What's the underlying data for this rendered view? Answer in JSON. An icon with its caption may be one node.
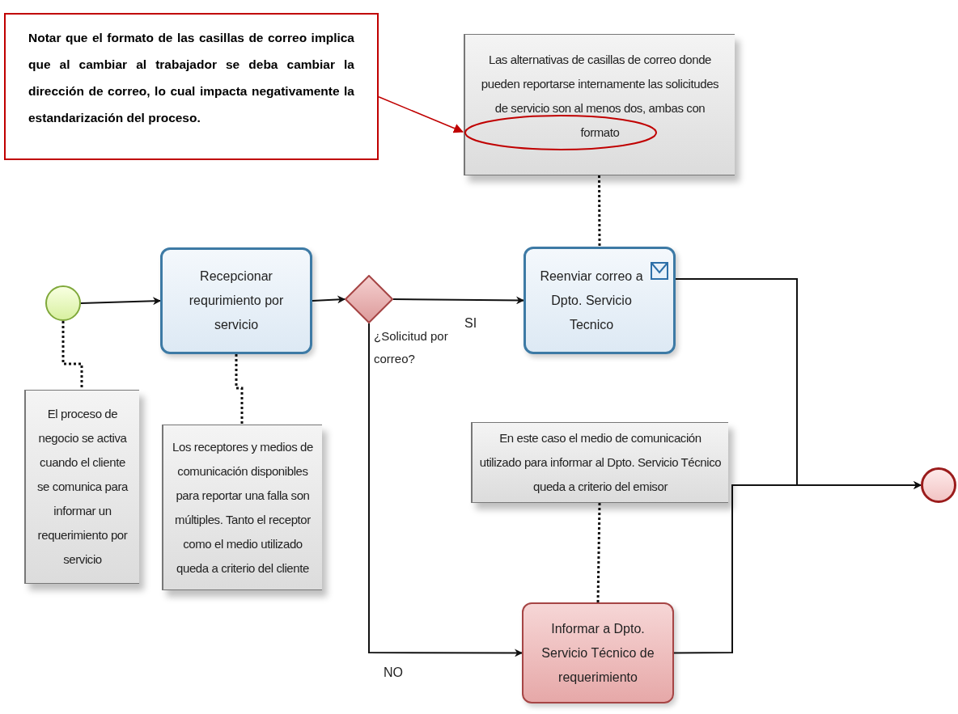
{
  "diagram": {
    "nodes": [
      {
        "text": [
          "Notar que el formato de las casillas de correo implica que al cambiar al trabajador se deba cambiar la dirección de correo, lo cual impacta negativamente la estandarización del proceso."
        ]
      },
      {
        "text": [
          "Las alternativas de casillas de correo donde pueden reportarse internamente las solicitudes de servicio son al menos dos, ambas con formato"
        ]
      },
      {
        "text": [],
        "shape": "ellipse",
        "in": 1
      },
      {
        "text": [],
        "shape": "circle"
      },
      {
        "text": [
          "Recepcionar requrimiento por servicio"
        ]
      },
      {
        "text": [
          "¿Solicitud por correo?"
        ]
      },
      {
        "text": [
          "Reenviar correo a Dpto. Servicio Tecnico"
        ]
      },
      {
        "text": [
          "El proceso de negocio se activa cuando el cliente se comunica para informar un requerimiento por servicio"
        ]
      },
      {
        "text": [
          "Los receptores y medios de comunicación disponibles para reportar una falla son múltiples. Tanto el receptor como el medio utilizado queda a criterio del cliente"
        ]
      },
      {
        "text": [
          "En este caso el medio de comunicación utilizado para informar al Dpto. Servicio Técnico queda a criterio del emisor"
        ]
      },
      {
        "text": [
          "Informar a Dpto. Servicio Técnico de requerimiento"
        ]
      },
      {
        "text": [],
        "shape": "circle"
      }
    ],
    "edges": [
      {
        "from": 3,
        "to": 4,
        "arrow": "to"
      },
      {
        "from": 4,
        "to": 5,
        "arrow": "to"
      },
      {
        "from": 5,
        "to": 6,
        "arrow": "to",
        "label": "SI"
      },
      {
        "from": 5,
        "to": 10,
        "arrow": "to",
        "label": "NO"
      },
      {
        "from": 6,
        "to": 11,
        "arrow": "to"
      },
      {
        "from": 10,
        "to": 11,
        "arrow": "to"
      },
      {
        "from": 0,
        "to": 2,
        "arrow": "to",
        "color": "#c00000"
      },
      {
        "from": 3,
        "to": 7,
        "arrow": "none",
        "style": "dashed"
      },
      {
        "from": 4,
        "to": 8,
        "arrow": "none",
        "style": "dashed"
      },
      {
        "from": 1,
        "to": 6,
        "arrow": "none",
        "style": "dashed"
      },
      {
        "from": 9,
        "to": 10,
        "arrow": "none",
        "style": "dashed"
      }
    ]
  }
}
